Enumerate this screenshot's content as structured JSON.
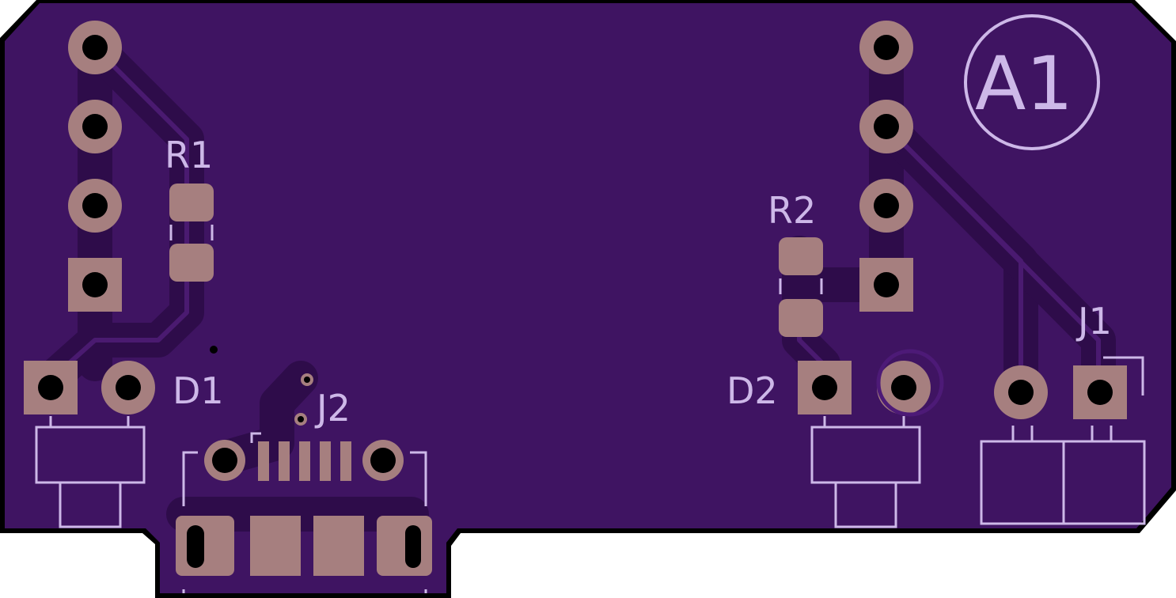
{
  "colors": {
    "background": "#ffffff",
    "board_outline": "#000000",
    "board_fill": "#3f1462",
    "trace": "#2e0c4a",
    "trace_edge": "#4a1a70",
    "copper_pad": "#a67f7f",
    "hole": "#000000",
    "silkscreen": "#cdb8e8"
  },
  "labels": {
    "logo": "A1",
    "r1": "R1",
    "r2": "R2",
    "d1": "D1",
    "d2": "D2",
    "j1": "J1",
    "j2": "J2"
  }
}
